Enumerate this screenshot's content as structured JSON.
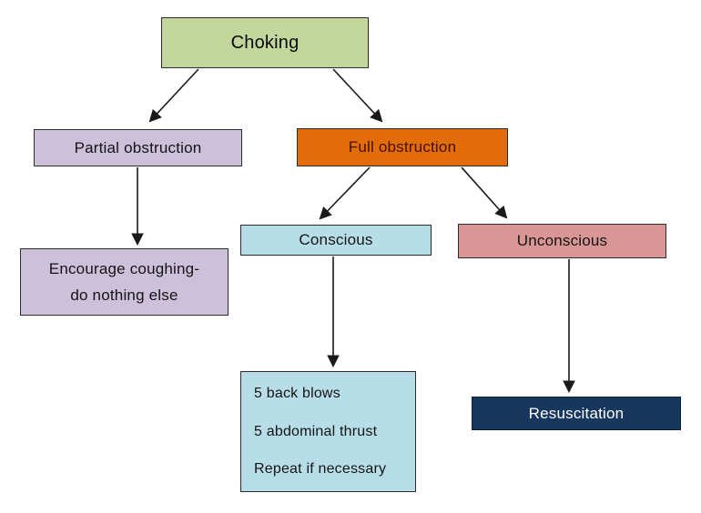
{
  "diagram": {
    "type": "flowchart",
    "topic": "Choking first aid decision flowchart",
    "background_color": "#ffffff",
    "arrow_color": "#1a1a1a",
    "nodes": {
      "choking": {
        "label": "Choking",
        "bg": "#c3d69b",
        "fg": "#0a0a0a",
        "border": "#2b2b2b"
      },
      "partial_obstruction": {
        "label": "Partial obstruction",
        "bg": "#ccc0da",
        "fg": "#141414",
        "border": "#2b2b2b"
      },
      "full_obstruction": {
        "label": "Full obstruction",
        "bg": "#e36c0a",
        "fg": "#431000",
        "border": "#2b2b2b"
      },
      "conscious": {
        "label": "Conscious",
        "bg": "#b7dde8",
        "fg": "#141414",
        "border": "#2b2b2b"
      },
      "unconscious": {
        "label": "Unconscious",
        "bg": "#d99694",
        "fg": "#141414",
        "border": "#2b2b2b"
      },
      "encourage_coughing": {
        "lines": [
          "Encourage coughing-",
          "do nothing else"
        ],
        "bg": "#ccc0da",
        "fg": "#141414",
        "border": "#2b2b2b"
      },
      "conscious_steps": {
        "lines": [
          "5 back blows",
          "5 abdominal thrust",
          "Repeat if necessary"
        ],
        "bg": "#b7dde8",
        "fg": "#141414",
        "border": "#2b2b2b"
      },
      "resuscitation": {
        "label": "Resuscitation",
        "bg": "#17375e",
        "fg": "#ffffff",
        "border": "#0d1f36"
      }
    },
    "edges": [
      {
        "from": "Choking",
        "to": "Partial obstruction"
      },
      {
        "from": "Choking",
        "to": "Full obstruction"
      },
      {
        "from": "Partial obstruction",
        "to": "Encourage coughing- do nothing else"
      },
      {
        "from": "Full obstruction",
        "to": "Conscious"
      },
      {
        "from": "Full obstruction",
        "to": "Unconscious"
      },
      {
        "from": "Conscious",
        "to": "5 back blows / 5 abdominal thrust / Repeat if necessary"
      },
      {
        "from": "Unconscious",
        "to": "Resuscitation"
      }
    ]
  }
}
